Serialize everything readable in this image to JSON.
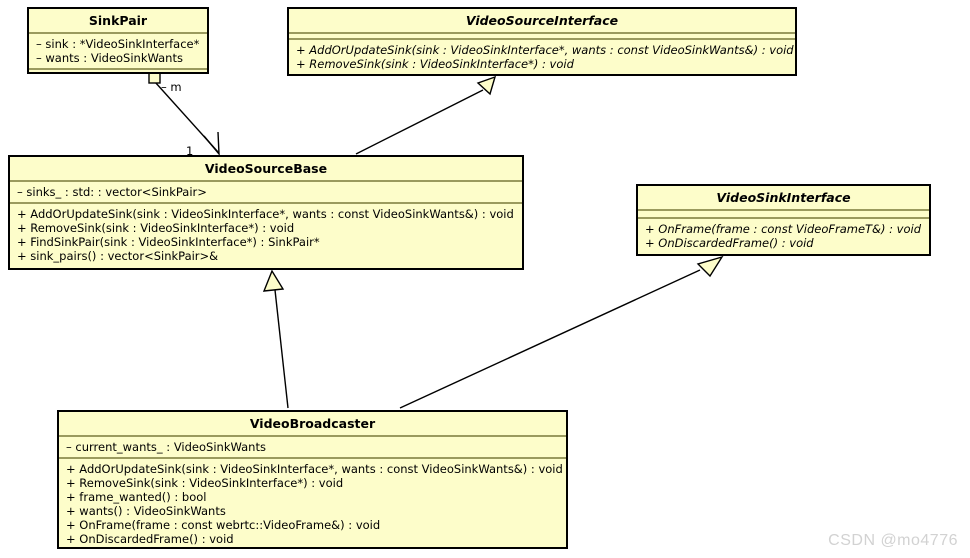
{
  "diagram": {
    "type": "uml-class-diagram",
    "title": "WebRTC Video Source / Sink class diagram",
    "colors": {
      "class_fill": "#fdfdca",
      "class_border": "#000000",
      "compartment_separator": "#9a9a5e",
      "edge_line": "#000000",
      "watermark": "#d2d2d2"
    },
    "classes": [
      {
        "id": "SinkPair",
        "name": "SinkPair",
        "abstract": false,
        "attributes": [
          "– sink : *VideoSinkInterface*",
          "– wants : VideoSinkWants"
        ],
        "methods": []
      },
      {
        "id": "VideoSourceInterface",
        "name": "VideoSourceInterface",
        "abstract": true,
        "attributes": [],
        "methods": [
          "+ AddOrUpdateSink(sink : VideoSinkInterface*, wants : const VideoSinkWants&) : void",
          "+ RemoveSink(sink : VideoSinkInterface*) : void"
        ]
      },
      {
        "id": "VideoSourceBase",
        "name": "VideoSourceBase",
        "abstract": false,
        "attributes": [
          "– sinks_ : std: : vector<SinkPair>"
        ],
        "methods": [
          "+ AddOrUpdateSink(sink : VideoSinkInterface*, wants : const VideoSinkWants&) : void",
          "+ RemoveSink(sink : VideoSinkInterface*) : void",
          "+ FindSinkPair(sink : VideoSinkInterface*) : SinkPair*",
          "+ sink_pairs() : vector<SinkPair>&"
        ]
      },
      {
        "id": "VideoSinkInterface",
        "name": "VideoSinkInterface",
        "abstract": true,
        "attributes": [],
        "methods": [
          "+ OnFrame(frame : const VideoFrameT&) : void",
          "+ OnDiscardedFrame() : void"
        ]
      },
      {
        "id": "VideoBroadcaster",
        "name": "VideoBroadcaster",
        "abstract": false,
        "attributes": [
          "– current_wants_ : VideoSinkWants"
        ],
        "methods": [
          "+ AddOrUpdateSink(sink : VideoSinkInterface*, wants : const VideoSinkWants&) : void",
          "+ RemoveSink(sink : VideoSinkInterface*) : void",
          "+ frame_wanted() : bool",
          "+ wants() : VideoSinkWants",
          "+ OnFrame(frame : const webrtc::VideoFrame&) : void",
          "+ OnDiscardedFrame() : void"
        ]
      }
    ],
    "relationships": [
      {
        "id": "sinkpair-to-videosourcebase",
        "kind": "association",
        "from": "SinkPair",
        "to": "VideoSourceBase",
        "source_label": "– m",
        "target_label": "1"
      },
      {
        "id": "videosourcebase-realizes-videosourceinterface",
        "kind": "generalization",
        "from": "VideoSourceBase",
        "to": "VideoSourceInterface",
        "source_label": "",
        "target_label": ""
      },
      {
        "id": "videobroadcaster-extends-videosourcebase",
        "kind": "generalization",
        "from": "VideoBroadcaster",
        "to": "VideoSourceBase",
        "source_label": "",
        "target_label": ""
      },
      {
        "id": "videobroadcaster-realizes-videosinkinterface",
        "kind": "generalization",
        "from": "VideoBroadcaster",
        "to": "VideoSinkInterface",
        "source_label": "",
        "target_label": ""
      }
    ]
  },
  "watermark": {
    "text": "CSDN @mo4776"
  }
}
